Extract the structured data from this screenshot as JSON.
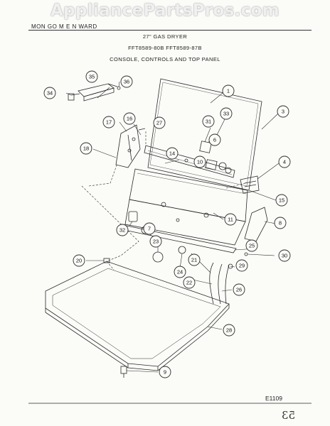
{
  "watermark": "AppliancePartsPros.com",
  "header": {
    "model_line": "MON GO M E N WARD",
    "title": "27\" GAS DRYER",
    "models": "FFT8589-80B  FFT8589-87B",
    "section": "CONSOLE, CONTROLS AND TOP PANEL"
  },
  "diagram_code": "E1109",
  "page_number": "53",
  "callouts": [
    "1",
    "3",
    "4",
    "6",
    "7",
    "8",
    "9",
    "10",
    "11",
    "14",
    "15",
    "16",
    "17",
    "18",
    "20",
    "21",
    "22",
    "23",
    "24",
    "25",
    "26",
    "27",
    "28",
    "29",
    "30",
    "31",
    "32",
    "33",
    "34",
    "35",
    "36"
  ],
  "colors": {
    "line": "#2a2a2a",
    "paper": "#fbfbf8"
  }
}
